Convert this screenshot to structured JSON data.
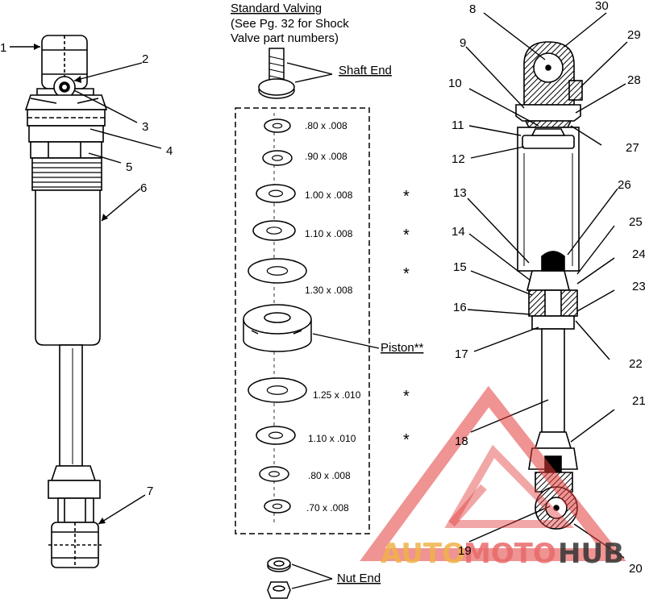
{
  "header": {
    "line1": "Standard Valving",
    "line2": "(See Pg. 32 for Shock",
    "line3": "Valve part numbers)"
  },
  "labels": {
    "shaft_end": "Shaft End",
    "piston": "Piston**",
    "nut_end": "Nut End"
  },
  "valving": [
    {
      "size": ".80 x .008",
      "star": ""
    },
    {
      "size": ".90 x .008",
      "star": ""
    },
    {
      "size": "1.00 x .008",
      "star": "*"
    },
    {
      "size": "1.10 x .008",
      "star": "*"
    },
    {
      "size": "1.30 x .008",
      "star": "*"
    },
    {
      "size": "1.25 x .010",
      "star": "*"
    },
    {
      "size": "1.10 x .010",
      "star": "*"
    },
    {
      "size": ".80 x .008",
      "star": ""
    },
    {
      "size": ".70 x .008",
      "star": ""
    }
  ],
  "callouts": [
    "1",
    "2",
    "3",
    "4",
    "5",
    "6",
    "7",
    "8",
    "9",
    "10",
    "11",
    "12",
    "13",
    "14",
    "15",
    "16",
    "17",
    "18",
    "19",
    "20",
    "21",
    "22",
    "23",
    "24",
    "25",
    "26",
    "27",
    "28",
    "29",
    "30"
  ],
  "watermark": {
    "auto": "AUTO",
    "moto": "MOTO",
    "hub": "HUB",
    "colors": {
      "auto": "#f0b24a",
      "moto": "#e96a6a",
      "hub": "#333333",
      "triangle": "#e23b3b"
    }
  }
}
